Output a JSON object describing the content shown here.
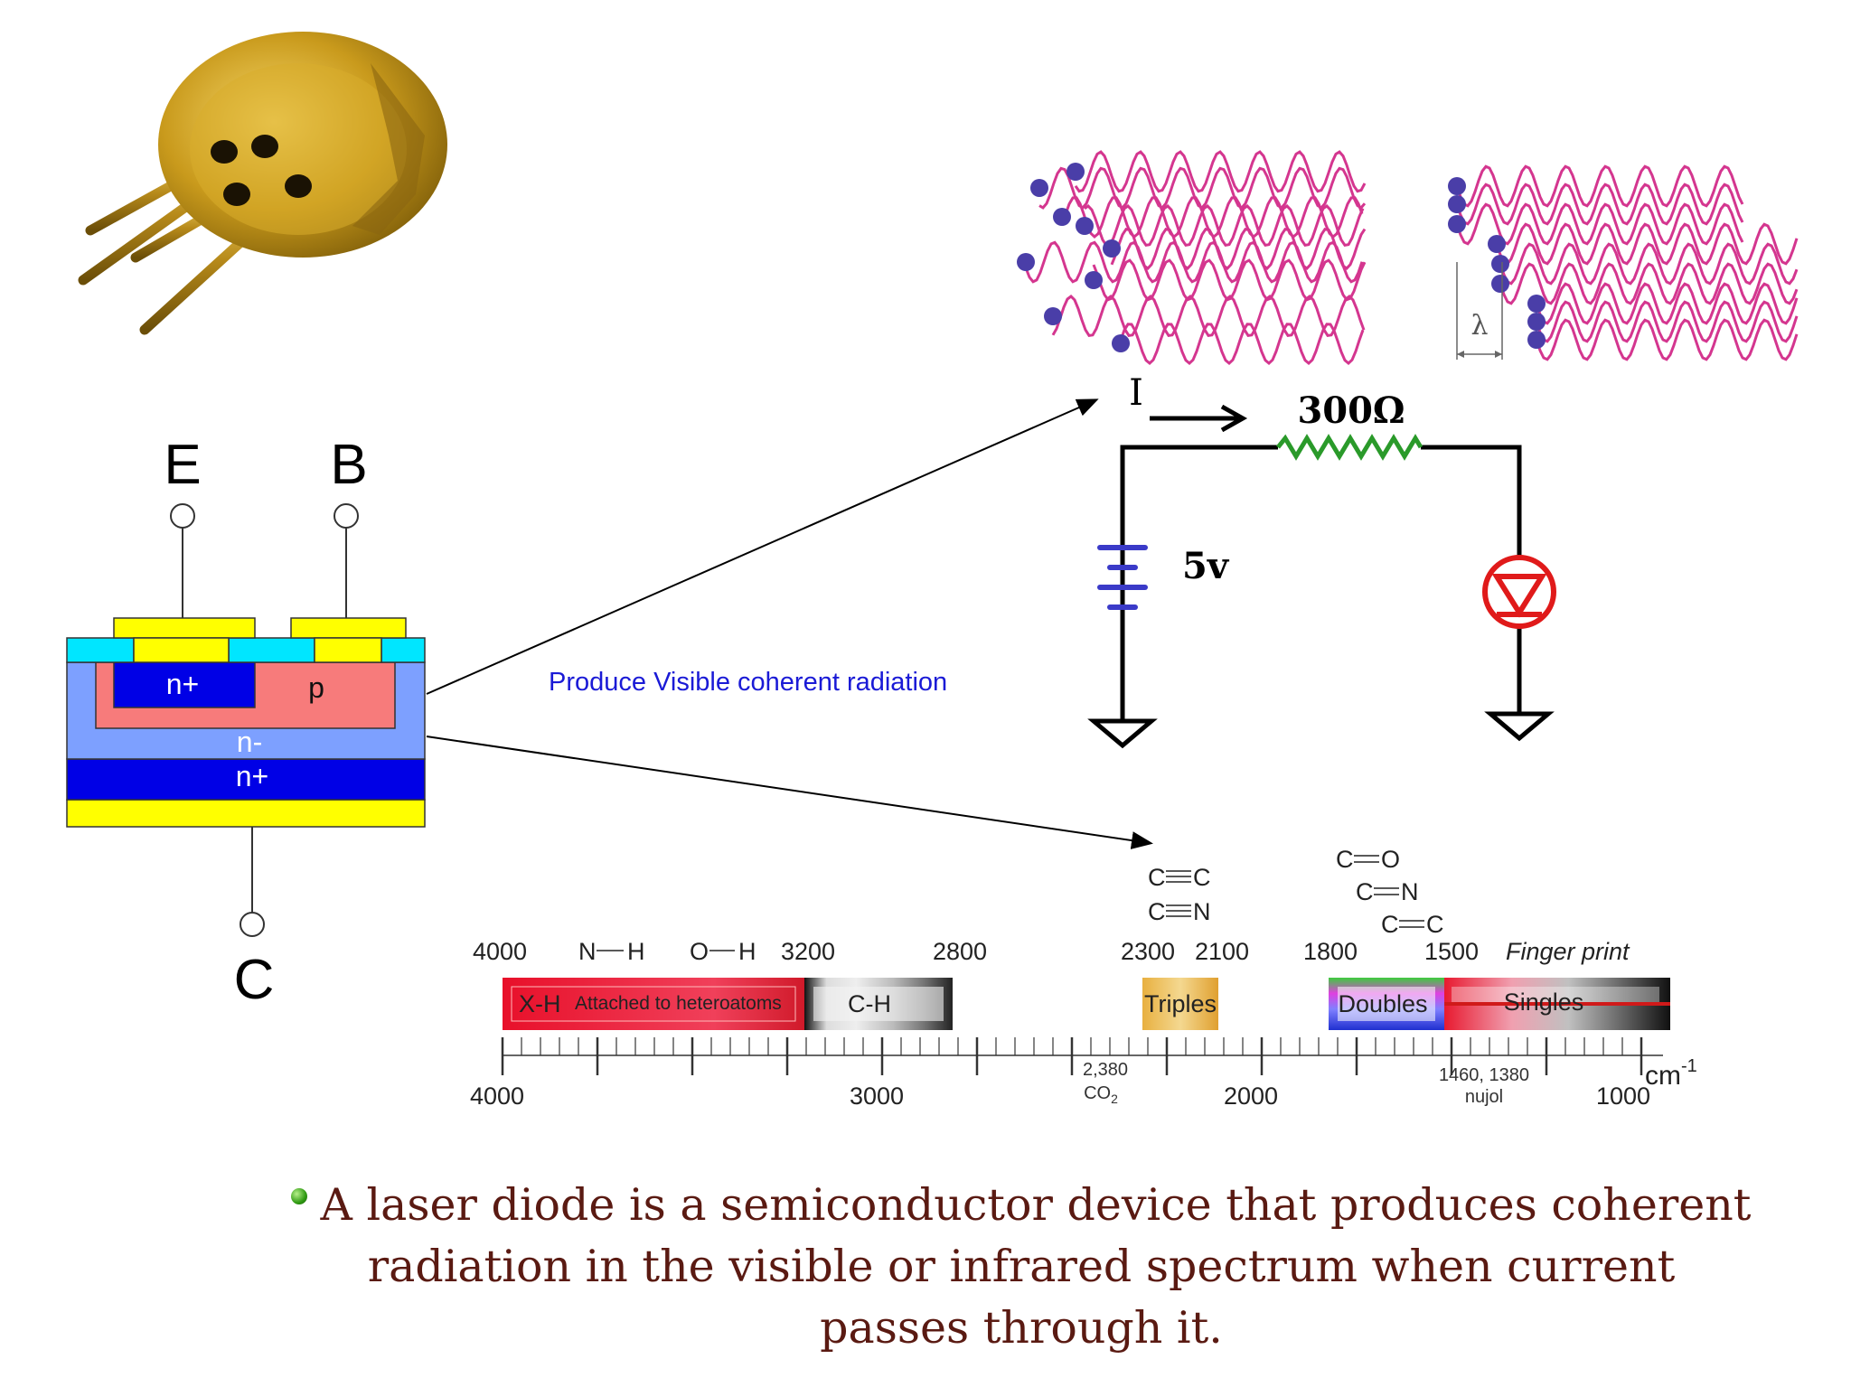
{
  "transistor": {
    "terminal_e": "E",
    "terminal_b": "B",
    "terminal_c": "C",
    "region_n_plus_top": "n+",
    "region_p": "p",
    "region_n_minus": "n-",
    "region_n_plus_bottom": "n+"
  },
  "arrow_label": "Produce Visible coherent radiation",
  "circuit": {
    "current_label": "I",
    "resistor_label": "300Ω",
    "voltage_label": "5v"
  },
  "wave_panel": {
    "wavelength_symbol": "λ"
  },
  "spectrum": {
    "top_ticks": [
      "4000",
      "3200",
      "2800",
      "2300",
      "2100",
      "1800",
      "1500"
    ],
    "bonds": {
      "nh_left": "N",
      "nh_right": "H",
      "oh_left": "O",
      "oh_right": "H",
      "cc_triple_left": "C",
      "cc_triple_right": "C",
      "cn_triple_left": "C",
      "cn_triple_right": "N",
      "co_double_left": "C",
      "co_double_right": "O",
      "cn_double_left": "C",
      "cn_double_right": "N",
      "cc_double_left": "C",
      "cc_double_right": "C"
    },
    "finger_print": "Finger print",
    "bands": {
      "xh": "X-H",
      "xh_note": "Attached to heteroatoms",
      "ch": "C-H",
      "triples": "Triples",
      "doubles": "Doubles",
      "singles": "Singles"
    },
    "bottom_ticks": [
      "4000",
      "3000",
      "2000",
      "1000"
    ],
    "co2_value": "2,380",
    "co2_label": "CO",
    "co2_sub": "2",
    "nujol_value": "1460, 1380",
    "nujol_label": "nujol",
    "unit": "cm",
    "unit_exp": "-1"
  },
  "caption": "A laser diode is a semiconductor device that produces coherent radiation in the visible or infrared spectrum when current passes through it.",
  "colors": {
    "wave": "#d4368f",
    "photon": "#4a3ea8",
    "caption": "#5a1a12",
    "arrow_label": "#1a1ad6",
    "resistor": "#2a9a2a",
    "battery": "#3a3ac8",
    "led": "#e01a1a"
  },
  "icons": [
    "laser-diode-photo",
    "led-symbol",
    "battery-symbol",
    "ground-symbol"
  ]
}
